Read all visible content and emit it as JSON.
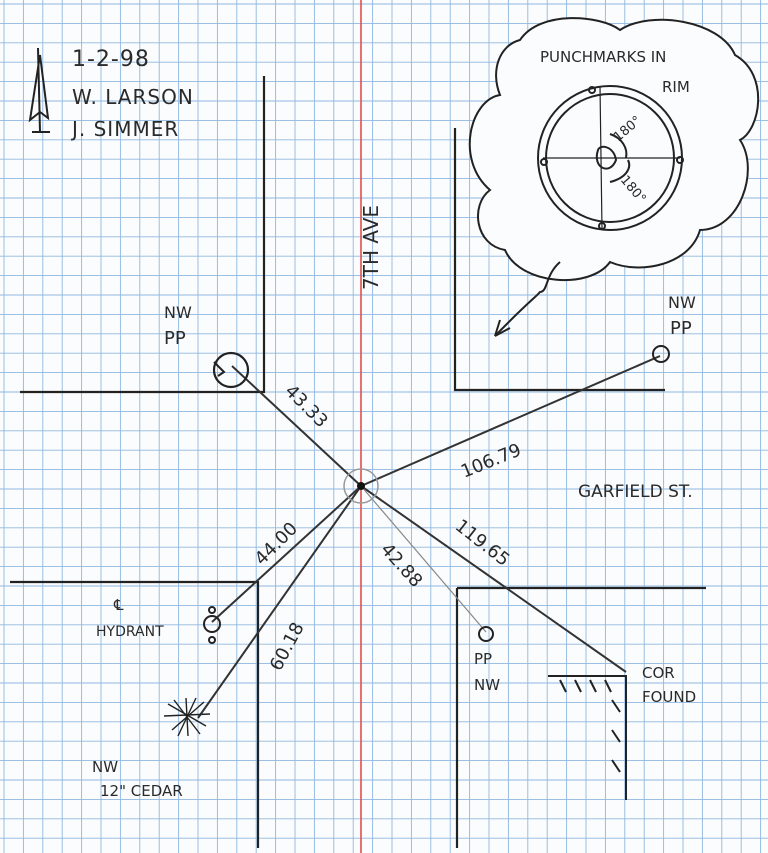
{
  "header": {
    "date": "1-2-98",
    "crew_1": "W. LARSON",
    "crew_2": "J. SIMMER"
  },
  "streets": {
    "avenue": "7TH AVE",
    "street": "GARFIELD ST."
  },
  "callout": {
    "title_line_1": "PUNCHMARKS IN",
    "title_line_2": "RIM",
    "angle_1": "180°",
    "angle_2": "180°"
  },
  "ties": {
    "nw_pp_west": "43.33",
    "nw_pp_east": "106.79",
    "hydrant": "44.00",
    "cedar": "60.18",
    "pp_south": "42.88",
    "corner": "119.65"
  },
  "points": {
    "nw_pp_west_line1": "NW",
    "nw_pp_west_line2": "PP",
    "nw_pp_east_line1": "NW",
    "nw_pp_east_line2": "PP",
    "hydrant_line1": "℄",
    "hydrant_line2": "HYDRANT",
    "pp_south_line1": "PP",
    "pp_south_line2": "NW",
    "corner_line1": "COR",
    "corner_line2": "FOUND",
    "cedar_line1": "NW",
    "cedar_line2": "12\" CEDAR"
  },
  "colors": {
    "grid": "#8fb8e0",
    "center_line": "#e0504a",
    "ink": "#222222"
  }
}
